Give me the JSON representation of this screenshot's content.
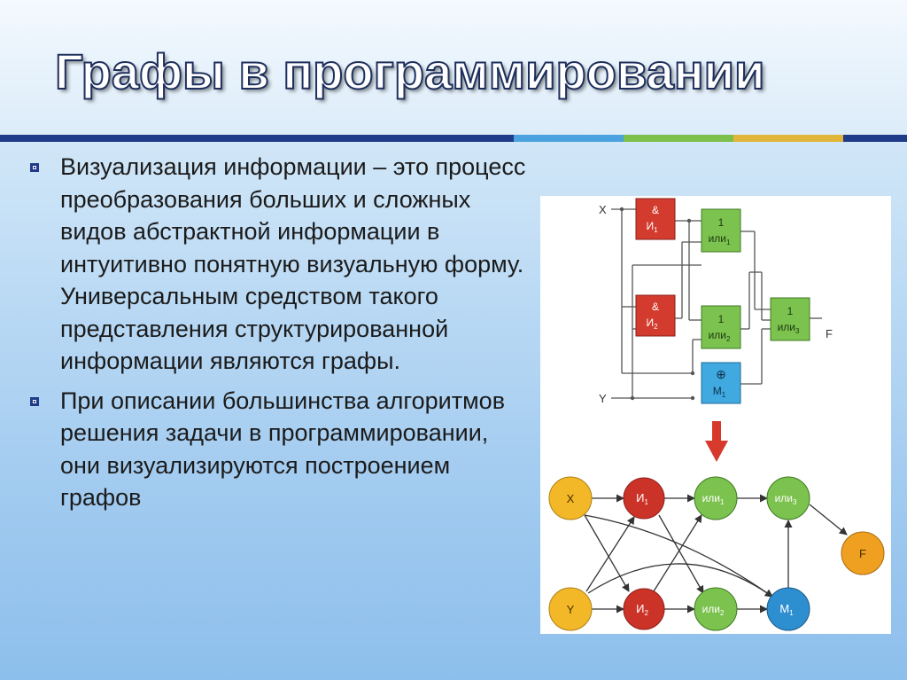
{
  "slide": {
    "title": "Графы в программировании",
    "bullets": [
      "Визуализация информации – это процесс преобразования больших и сложных видов абстрактной информации в интуитивно понятную визуальную форму. Универсальным средством такого представления структурированной информации являются графы.",
      "При описании большинства алгоритмов решения задачи в программировании, они визуализируются построением графов"
    ]
  },
  "circuit": {
    "input_x": "X",
    "input_y": "Y",
    "output_f": "F",
    "and1": {
      "symbol": "&",
      "name": "И",
      "sub": "1"
    },
    "and2": {
      "symbol": "&",
      "name": "И",
      "sub": "2"
    },
    "or1": {
      "symbol": "1",
      "name": "или",
      "sub": "1"
    },
    "or2": {
      "symbol": "1",
      "name": "или",
      "sub": "2"
    },
    "or3": {
      "symbol": "1",
      "name": "или",
      "sub": "3"
    },
    "xor1": {
      "symbol": "⊕",
      "name": "M",
      "sub": "1"
    }
  },
  "graph": {
    "x": "X",
    "y": "Y",
    "and1": {
      "name": "И",
      "sub": "1"
    },
    "and2": {
      "name": "И",
      "sub": "2"
    },
    "or1": {
      "name": "или",
      "sub": "1"
    },
    "or2": {
      "name": "или",
      "sub": "2"
    },
    "or3": {
      "name": "или",
      "sub": "3"
    },
    "m1": {
      "name": "M",
      "sub": "1"
    },
    "f": "F"
  },
  "colors": {
    "title_stroke": "#1d2f5c",
    "bar_navy": "#1f3b8a",
    "bar_blue": "#4aa3df",
    "bar_green": "#7cc04b",
    "bar_gold": "#e0b53a",
    "gate_red": "#d23b2e",
    "gate_green": "#7cc24e",
    "gate_blue": "#3fa9e0",
    "node_yellow": "#f2b827",
    "node_red": "#cc3328",
    "node_green": "#7cc24e",
    "node_blue": "#2e8fd0",
    "node_orange": "#f0a020",
    "arrow_red": "#d53a2c"
  },
  "icons": {
    "bullet": "hollow-square-icon",
    "transition_arrow": "arrow-down-icon"
  }
}
